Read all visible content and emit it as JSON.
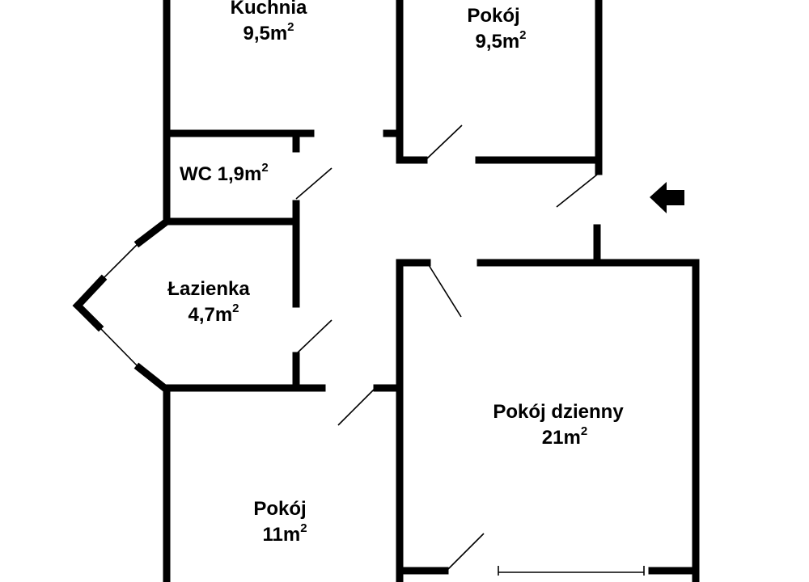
{
  "rooms": {
    "kuchnia": {
      "name": "Kuchnia",
      "area": "9,5m",
      "exp": "2"
    },
    "pokoj_top": {
      "name": "Pokój",
      "area": "9,5m",
      "exp": "2"
    },
    "wc": {
      "name": "WC 1,9m",
      "exp": "2"
    },
    "lazienka": {
      "name": "Łazienka",
      "area": "4,7m",
      "exp": "2"
    },
    "pokoj_dzienny": {
      "name": "Pokój dzienny",
      "area": "21m",
      "exp": "2"
    },
    "pokoj_bottom": {
      "name": "Pokój",
      "area": "11m",
      "exp": "2"
    }
  },
  "entrance": {
    "icon": "entrance-arrow-icon"
  },
  "colors": {
    "wall": "#000000",
    "background": "#ffffff"
  }
}
